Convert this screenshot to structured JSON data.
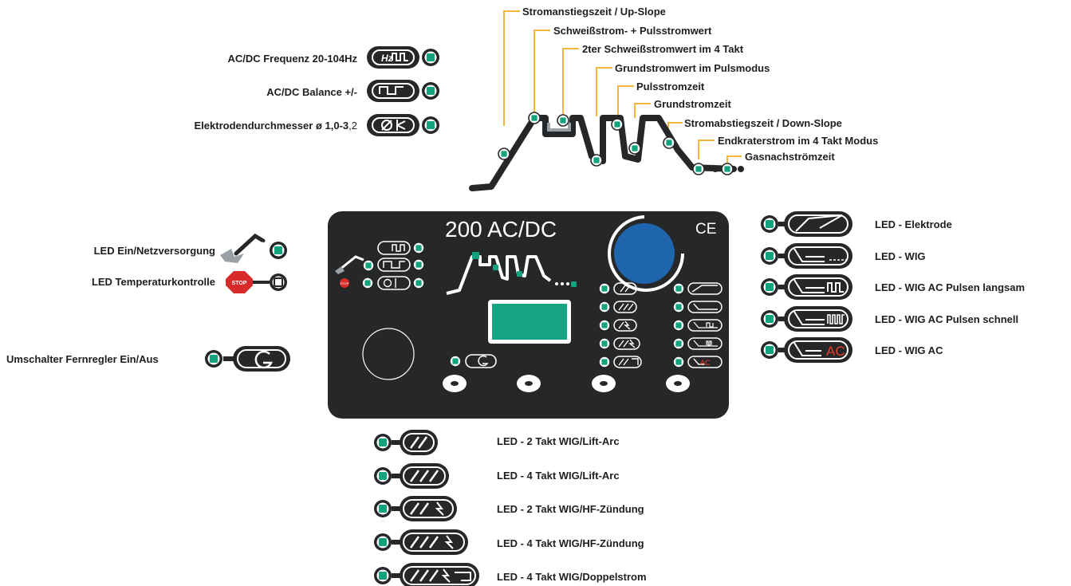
{
  "panel": {
    "model": "200 AC/DC",
    "ce_mark": "CE",
    "stop_badge": "STOP"
  },
  "labels_top": {
    "up_slope": "Stromanstiegszeit / Up-Slope",
    "weld_pulse": "Schweißstrom- + Pulsstromwert",
    "second_current": "2ter Schweißstromwert im 4 Takt",
    "base_current": "Grundstromwert im Pulsmodus",
    "pulse_time": "Pulsstromzeit",
    "base_time": "Grundstromzeit",
    "down_slope": "Stromabstiegszeit / Down-Slope",
    "end_crater": "Endkraterstrom im 4 Takt Modus",
    "gas_post": "Gasnachströmzeit"
  },
  "labels_left": {
    "frequency": "AC/DC Frequenz 20-104Hz",
    "balance": "AC/DC Balance +/-",
    "electrode_pre": "Elektrodendurchmesser ø 1,0-3",
    "electrode_post": ",2",
    "power_led": "LED Ein/Netzversorgung",
    "temp_led": "LED Temperaturkontrolle",
    "remote_switch": "Umschalter Fernregler Ein/Aus"
  },
  "labels_right": {
    "electrode": "LED - Elektrode",
    "wig": "LED - WIG",
    "ac_slow": "LED - WIG AC Pulsen langsam",
    "ac_fast": "LED - WIG AC Pulsen schnell",
    "ac": "LED - WIG AC"
  },
  "labels_bottom": {
    "t2_lift": "LED - 2 Takt WIG/Lift-Arc",
    "t4_lift": "LED - 4 Takt WIG/Lift-Arc",
    "t2_hf": "LED - 2 Takt WIG/HF-Zündung",
    "t4_hf": "LED - 4 Takt WIG/HF-Zündung",
    "t4_double": "LED - 4 Takt WIG/Doppelstrom"
  },
  "icons": {
    "hz_text": "Hz",
    "ac_text": "AC"
  },
  "colors": {
    "panel": "#252728",
    "led_green": "#12a37e",
    "display": "#14a383",
    "knob_blue": "#1f65ad",
    "leader_orange": "#f4b53c",
    "stop_red": "#d72b2b"
  }
}
